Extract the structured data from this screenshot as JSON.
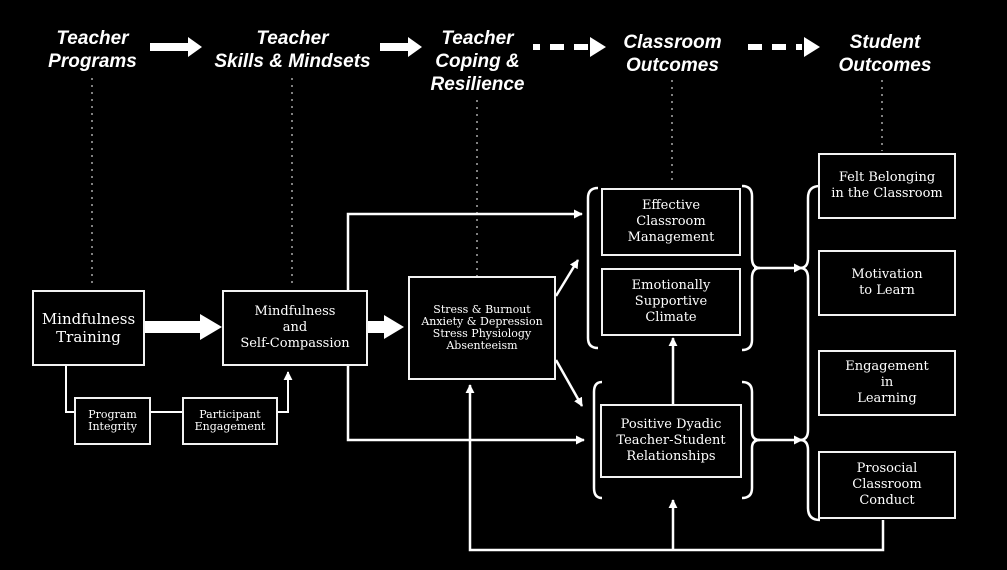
{
  "stages": [
    {
      "id": "programs",
      "lines": [
        "Teacher",
        "Programs"
      ]
    },
    {
      "id": "skills",
      "lines": [
        "Teacher",
        "Skills & Mindsets"
      ]
    },
    {
      "id": "coping",
      "lines": [
        "Teacher",
        "Coping &",
        "Resilience"
      ]
    },
    {
      "id": "classroom",
      "lines": [
        "Classroom",
        "Outcomes"
      ]
    },
    {
      "id": "student",
      "lines": [
        "Student",
        "Outcomes"
      ]
    }
  ],
  "boxes": {
    "mindfulness_training": [
      "Mindfulness",
      "Training"
    ],
    "program_integrity": [
      "Program",
      "Integrity"
    ],
    "participant_engagement": [
      "Participant",
      "Engagement"
    ],
    "self_compassion": [
      "Mindfulness",
      "and",
      "Self-Compassion"
    ],
    "stress": [
      "Stress & Burnout",
      "Anxiety & Depression",
      "Stress Physiology",
      "Absenteeism"
    ],
    "classroom_management": [
      "Effective",
      "Classroom",
      "Management"
    ],
    "supportive_climate": [
      "Emotionally",
      "Supportive",
      "Climate"
    ],
    "dyadic": [
      "Positive Dyadic",
      "Teacher-Student",
      "Relationships"
    ],
    "belonging": [
      "Felt Belonging",
      "in the Classroom"
    ],
    "motivation": [
      "Motivation",
      "to Learn"
    ],
    "engagement": [
      "Engagement",
      "in",
      "Learning"
    ],
    "prosocial": [
      "Prosocial",
      "Classroom",
      "Conduct"
    ]
  }
}
